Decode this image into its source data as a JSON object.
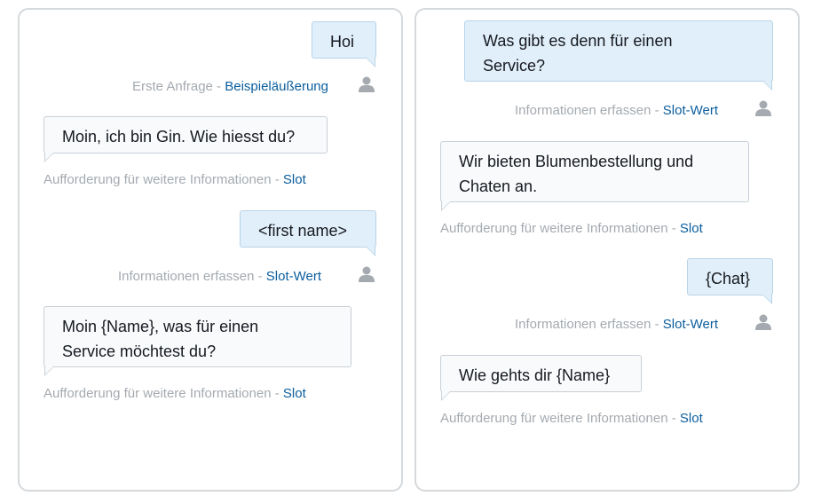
{
  "left": {
    "messages": [
      {
        "role": "user",
        "text": "Hoi",
        "caption_prefix": "Erste Anfrage",
        "caption_link": "Beispieläußerung"
      },
      {
        "role": "bot",
        "text": "Moin, ich bin Gin. Wie hiesst du?",
        "caption_prefix": "Aufforderung für weitere Informationen",
        "caption_link": "Slot"
      },
      {
        "role": "user",
        "text": "<first name>",
        "caption_prefix": "Informationen erfassen",
        "caption_link": "Slot-Wert"
      },
      {
        "role": "bot",
        "text_line1": "Moin {Name}, was für einen",
        "text_line2": "Service möchtest du?",
        "caption_prefix": "Aufforderung für weitere Informationen",
        "caption_link": "Slot"
      }
    ]
  },
  "right": {
    "messages": [
      {
        "role": "user",
        "text_line1": "Was gibt es denn für einen",
        "text_line2": "Service?",
        "caption_prefix": "Informationen erfassen",
        "caption_link": "Slot-Wert"
      },
      {
        "role": "bot",
        "text_line1": "Wir bieten Blumenbestellung und",
        "text_line2": "Chaten an.",
        "caption_prefix": "Aufforderung für weitere Informationen",
        "caption_link": "Slot"
      },
      {
        "role": "user",
        "text": "{Chat}",
        "caption_prefix": "Informationen erfassen",
        "caption_link": "Slot-Wert"
      },
      {
        "role": "bot",
        "text": "Wie gehts dir {Name}",
        "caption_prefix": "Aufforderung für weitere Informationen",
        "caption_link": "Slot"
      }
    ]
  },
  "separator": " - ",
  "colors": {
    "user_bubble": "#e1effa",
    "bot_bubble": "#f8fafc",
    "link": "#0b5e9e",
    "caption": "#a4aab0",
    "icon": "#a4aab0"
  },
  "icons": {
    "user_avatar": "person-icon"
  }
}
